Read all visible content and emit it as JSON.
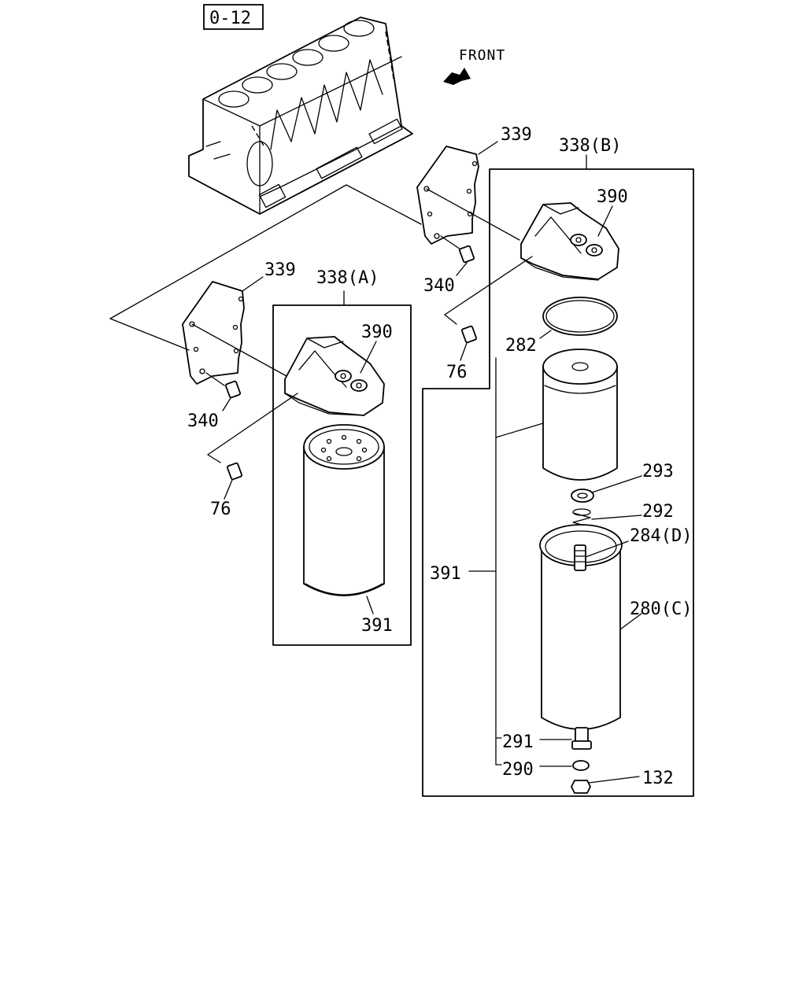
{
  "reference_box": "0-12",
  "direction_label": "FRONT",
  "labels": {
    "bracket_b": "339",
    "bracket_a": "339",
    "assembly_b": "338(B)",
    "assembly_a": "338(A)",
    "head_b": "390",
    "head_a": "390",
    "bolt_b": "340",
    "bolt_a": "340",
    "screw_b": "76",
    "screw_a": "76",
    "o_ring": "282",
    "element": "293",
    "washer": "292",
    "spring": "284(D)",
    "case": "280(C)",
    "cartridge_b": "391",
    "cartridge_a": "391",
    "seal_291": "291",
    "seal_290": "290",
    "drain_plug": "132"
  }
}
